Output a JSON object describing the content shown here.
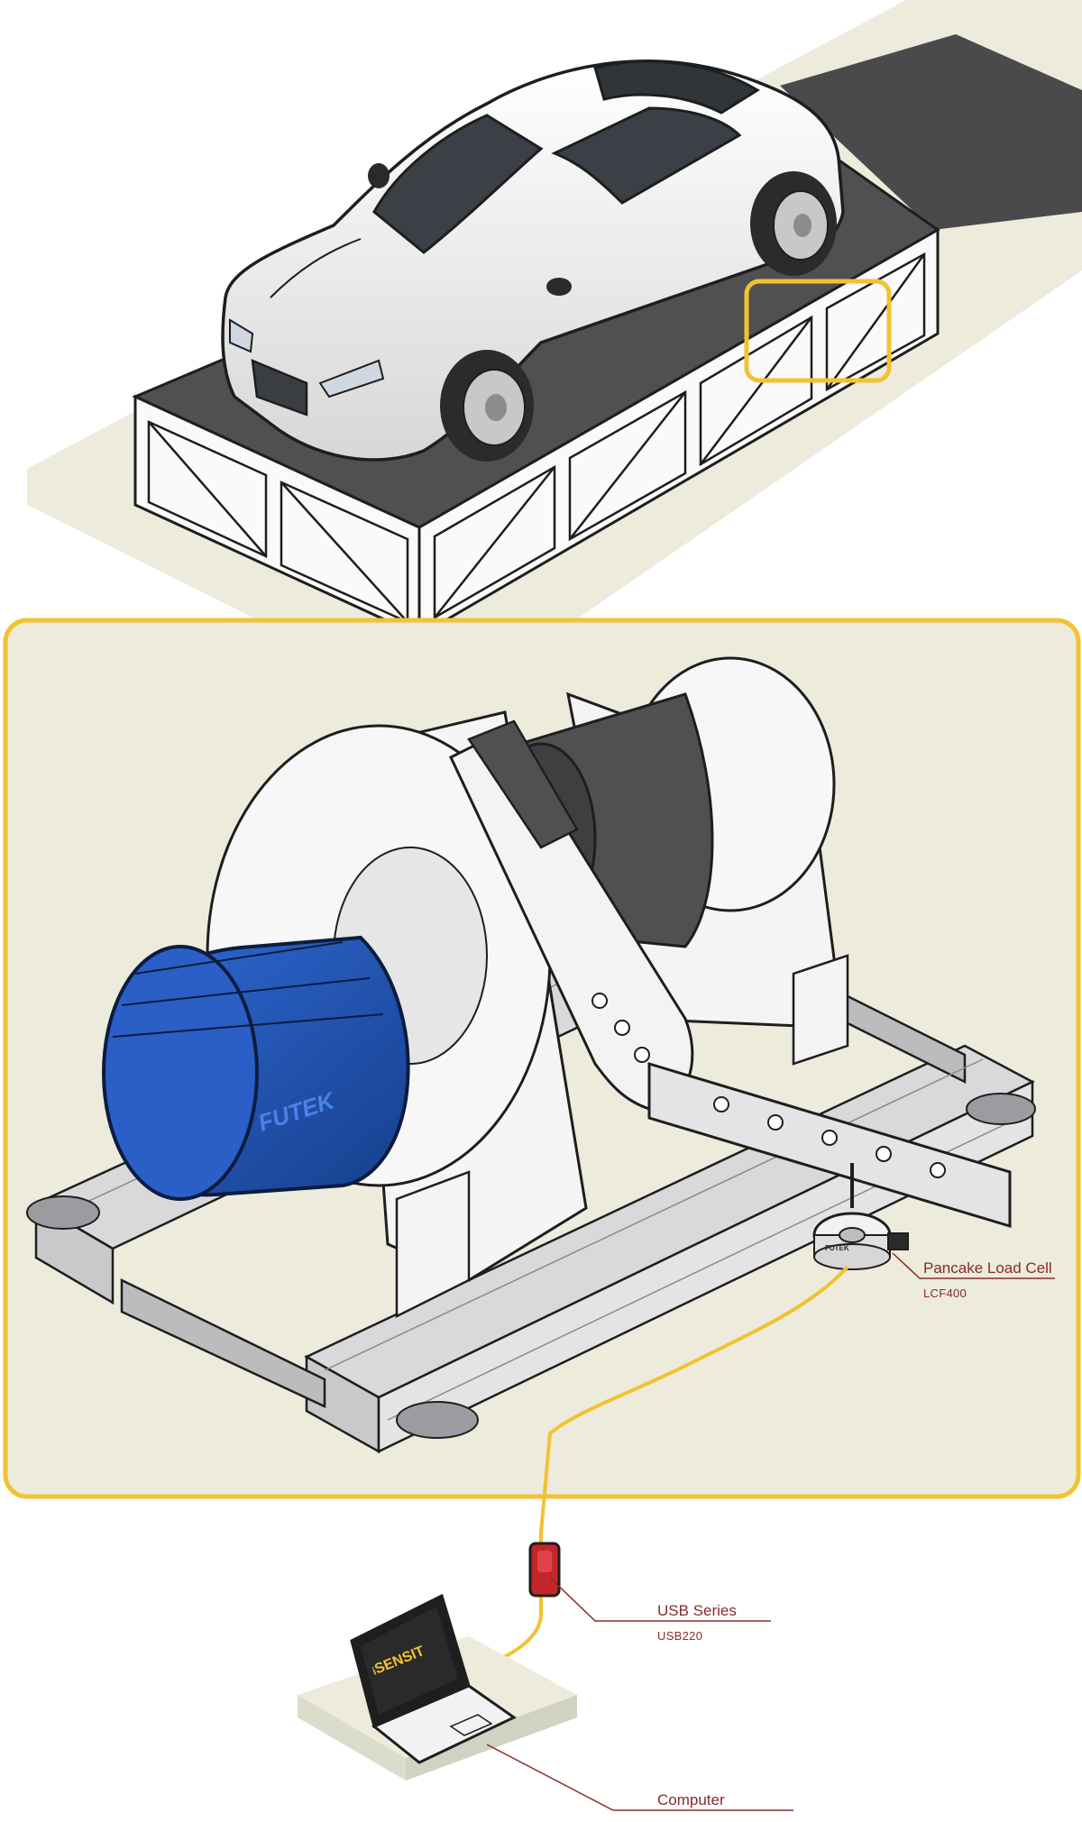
{
  "brand": {
    "motor_logo": "FUTEK",
    "sensor_logo": "FUTEK",
    "software_logo": "SENSIT",
    "software_logo_prefix": "i"
  },
  "colors": {
    "frame_highlight": "#f2c232",
    "cable": "#f2c232",
    "callout_text": "#8a2a2a",
    "callout_line": "#8a2a2a",
    "background_beige": "#ecebdc",
    "motor_blue": "#1f4fae",
    "usb_red": "#c4262a"
  },
  "callouts": {
    "load_cell": {
      "title": "Pancake Load Cell",
      "model": "LCF400"
    },
    "usb": {
      "title": "USB Series",
      "model": "USB220"
    },
    "computer": {
      "title": "Computer"
    }
  },
  "icons": [
    "car-icon",
    "motor-icon",
    "load-cell-icon",
    "usb-device-icon",
    "laptop-icon"
  ]
}
